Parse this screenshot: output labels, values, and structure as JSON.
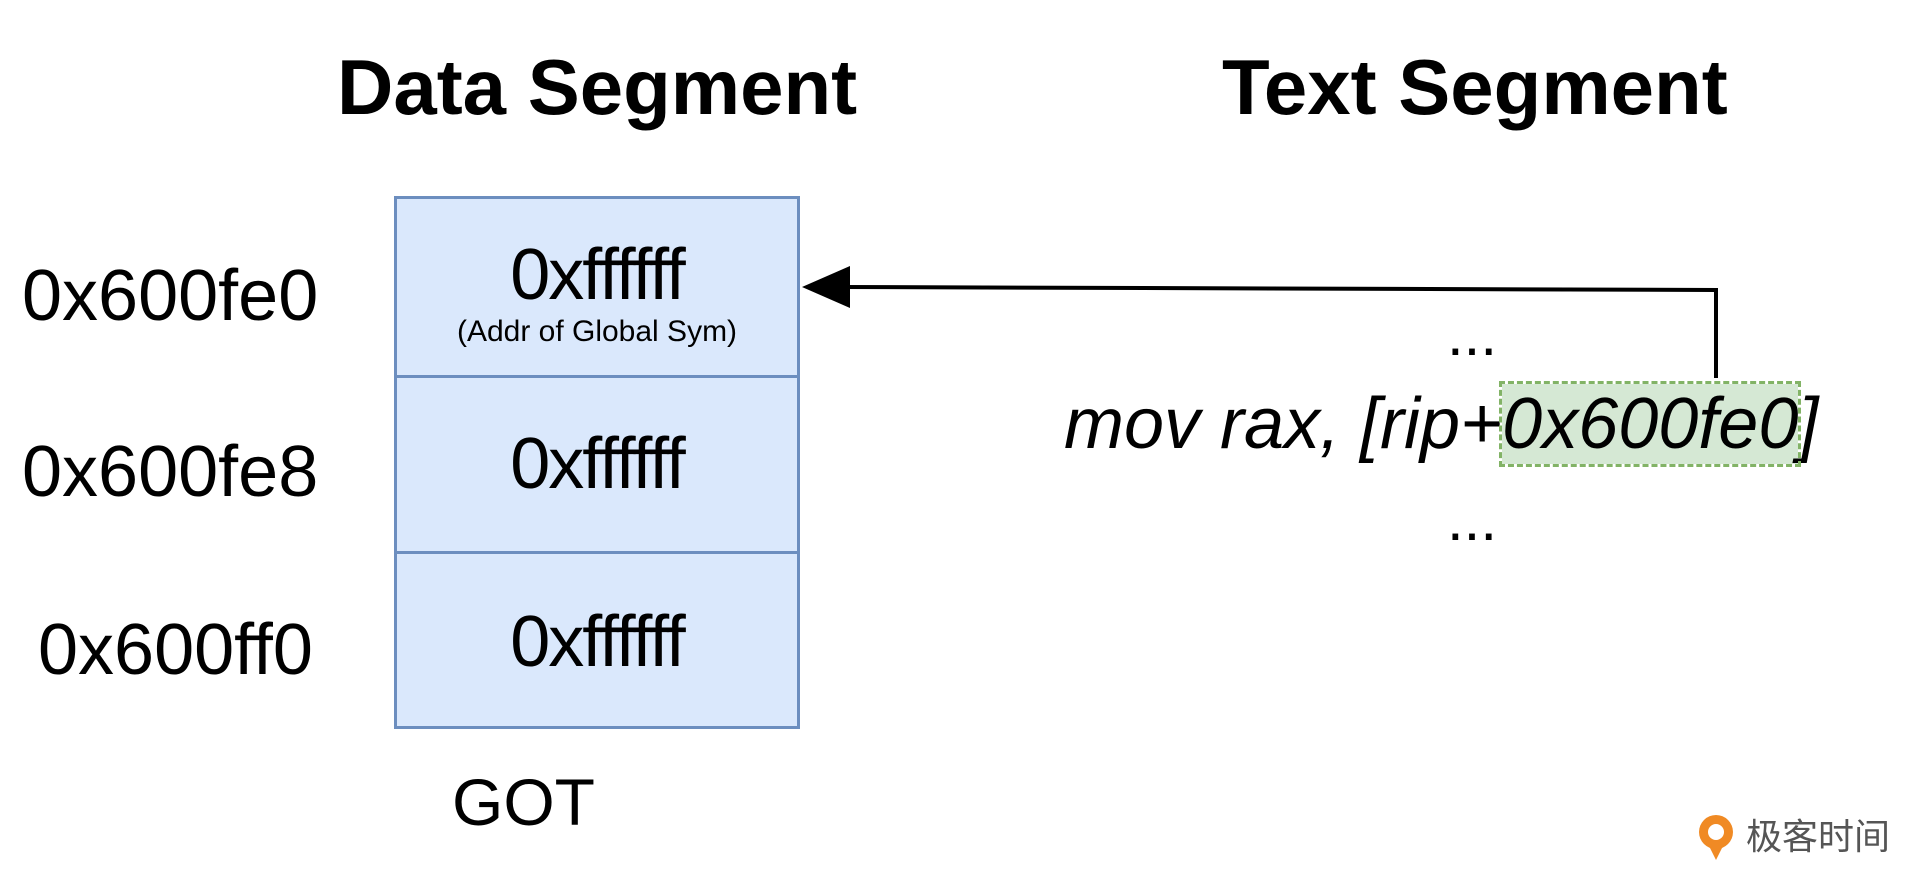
{
  "headings": {
    "data_segment": "Data Segment",
    "text_segment": "Text Segment"
  },
  "got": {
    "label": "GOT",
    "rows": [
      {
        "address": "0x600fe0",
        "value": "0xffffff",
        "note": "(Addr of Global Sym)"
      },
      {
        "address": "0x600fe8",
        "value": "0xffffff"
      },
      {
        "address": "0x600ff0",
        "value": "0xffffff"
      }
    ]
  },
  "text_segment": {
    "ellipsis_top": "...",
    "instruction_prefix": "mov rax, [rip+",
    "instruction_operand": "0x600fe0",
    "instruction_suffix": "]",
    "ellipsis_bottom": "..."
  },
  "colors": {
    "cell_fill": "#dae8fc",
    "cell_border": "#6c8ebf",
    "operand_fill": "#d5e8d4",
    "operand_border": "#82b366",
    "watermark_orange": "#f08a24"
  },
  "watermark": {
    "icon": "geektime-logo-icon",
    "text": "极客时间"
  }
}
